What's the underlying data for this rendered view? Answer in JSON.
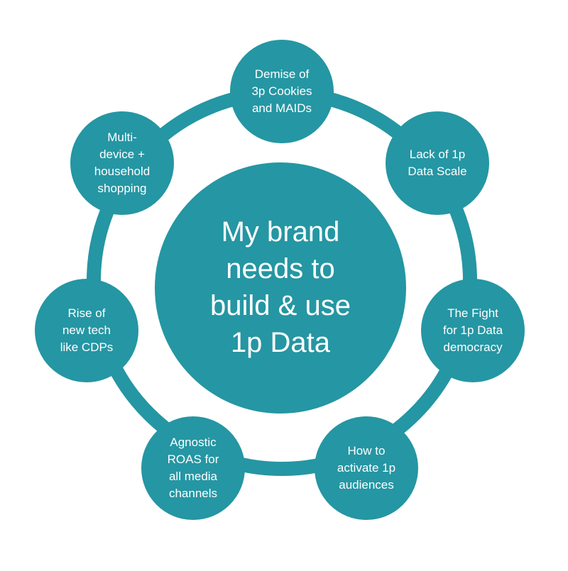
{
  "colors": {
    "primary": "#2596a3",
    "ring": "#2596a3",
    "text": "#ffffff",
    "background": "#ffffff"
  },
  "center": {
    "text": "My brand\nneeds to\nbuild & use\n1p Data"
  },
  "nodes": [
    {
      "id": "demise-cookies",
      "text": "Demise of\n3p Cookies\nand MAIDs"
    },
    {
      "id": "lack-scale",
      "text": "Lack of 1p\nData Scale"
    },
    {
      "id": "fight-democracy",
      "text": "The Fight\nfor 1p Data\ndemocracy"
    },
    {
      "id": "activate-audiences",
      "text": "How to\nactivate 1p\naudiences"
    },
    {
      "id": "agnostic-roas",
      "text": "Agnostic\nROAS for\nall media\nchannels"
    },
    {
      "id": "rise-cdps",
      "text": "Rise of\nnew tech\nlike CDPs"
    },
    {
      "id": "multi-device",
      "text": "Multi-\ndevice +\nhousehold\nshopping"
    }
  ]
}
